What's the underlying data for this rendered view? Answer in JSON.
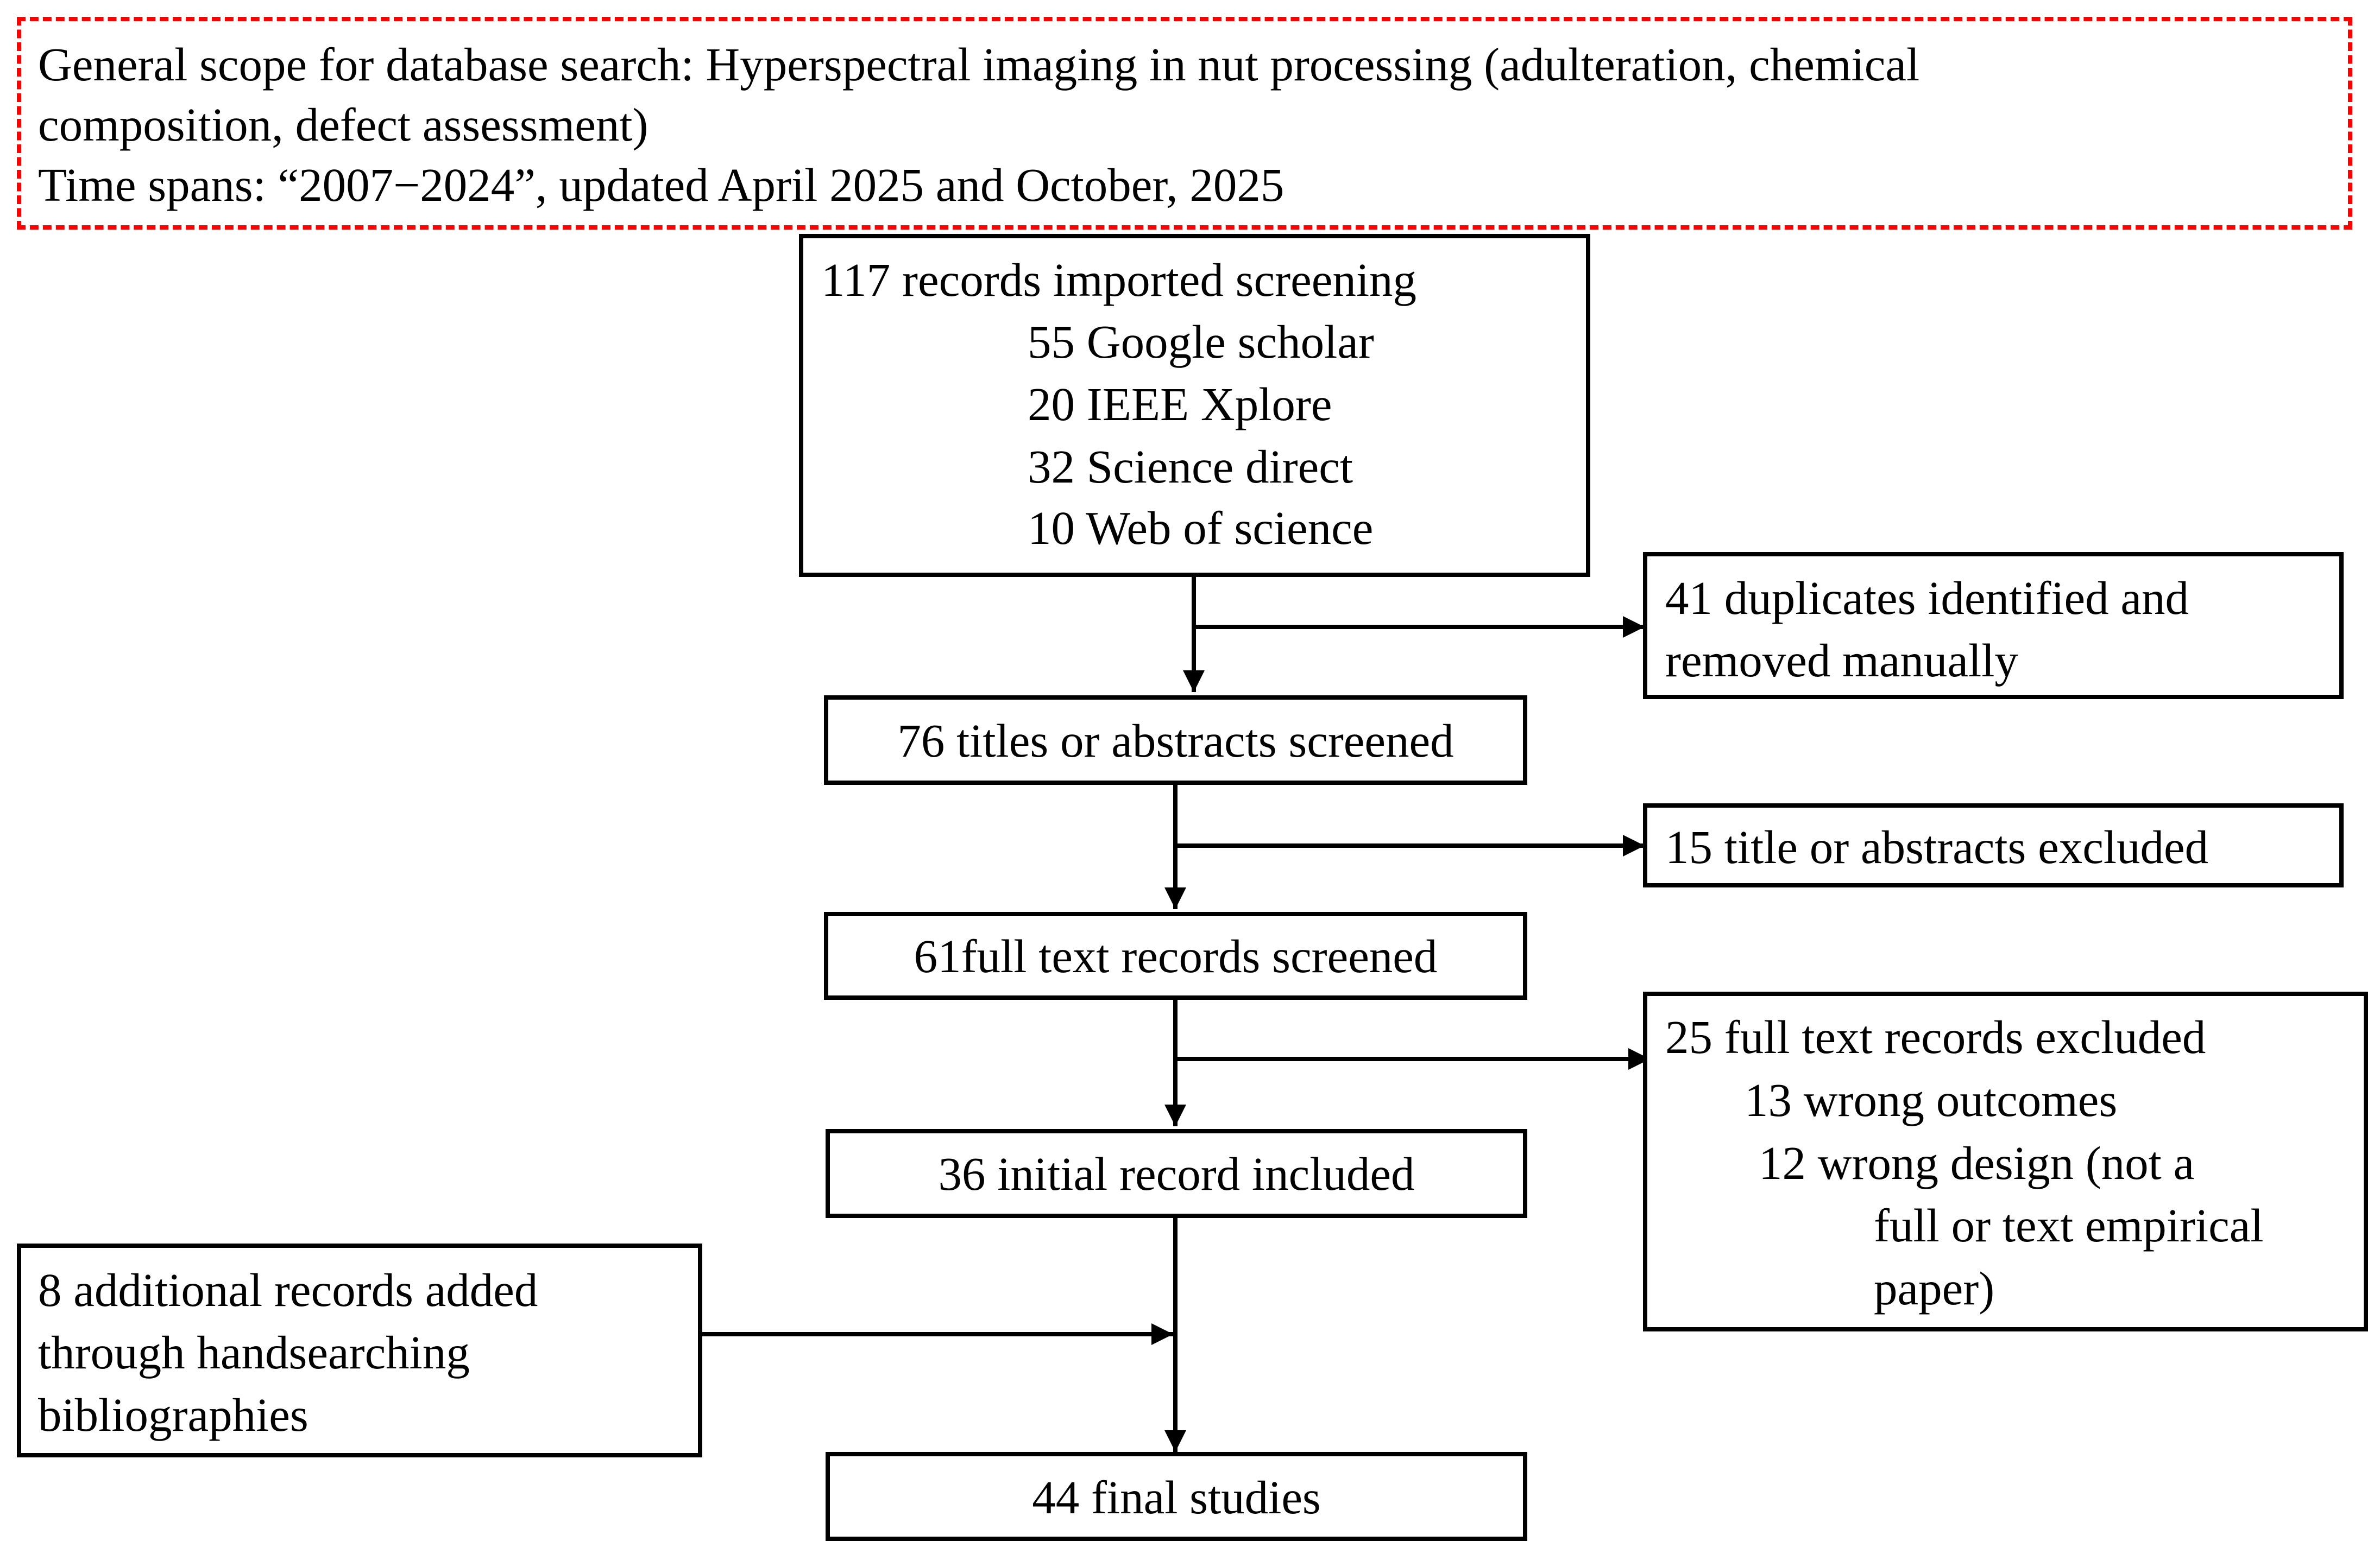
{
  "colors": {
    "scope_border": "#ff0000",
    "box_border": "#000000",
    "text": "#000000"
  },
  "scope": {
    "line1": "General scope for database search: Hyperspectral imaging in nut processing (adulteration, chemical",
    "line2": "composition, defect assessment)",
    "line3": "Time spans: “2007−2024”, updated April 2025 and October, 2025"
  },
  "imported": {
    "title": "117 records imported screening",
    "sources": [
      "55 Google scholar",
      "20 IEEE Xplore",
      "32 Science direct",
      "10 Web of science"
    ]
  },
  "duplicates": {
    "line1": "41 duplicates identified and",
    "line2": "removed manually"
  },
  "screened": "76 titles or abstracts screened",
  "excluded_abstracts": "15 title or abstracts excluded",
  "fulltext": "61full text records screened",
  "excluded_fulltext": {
    "title": "25 full text records excluded",
    "reason1": "13 wrong outcomes",
    "reason2_line1": "12 wrong design (not a",
    "reason2_line2": "full or text empirical",
    "reason2_line3": "paper)"
  },
  "initial": "36 initial record included",
  "additional": {
    "line1": "8 additional records added",
    "line2": "through handsearching",
    "line3": "bibliographies"
  },
  "final": "44 final studies"
}
